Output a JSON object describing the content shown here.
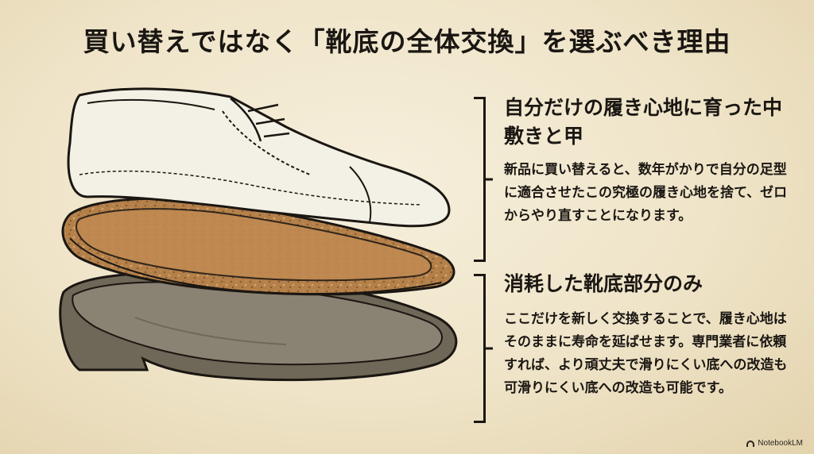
{
  "title": "買い替えではなく「靴底の全体交換」を選ぶべき理由",
  "sections": [
    {
      "heading": "自分だけの履き心地に育った中敷きと甲",
      "body": "新品に買い替えると、数年がかりで自分の足型に適合させたこの究極の履き心地を捨て、ゼロからやり直すことになります。"
    },
    {
      "heading": "消耗した靴底部分のみ",
      "body": "ここだけを新しく交換することで、履き心地はそのままに寿命を延ばせます。専門業者に依頼すれば、より頑丈夫で滑りにくい底への改造も可滑りにくい底への改造も可能です。"
    }
  ],
  "brand": "NotebookLM",
  "colors": {
    "background": "#efe4c8",
    "ink": "#1a1612",
    "cork": "#b07a45",
    "sole": "#6e6657",
    "leather": "#f3f0e6"
  }
}
